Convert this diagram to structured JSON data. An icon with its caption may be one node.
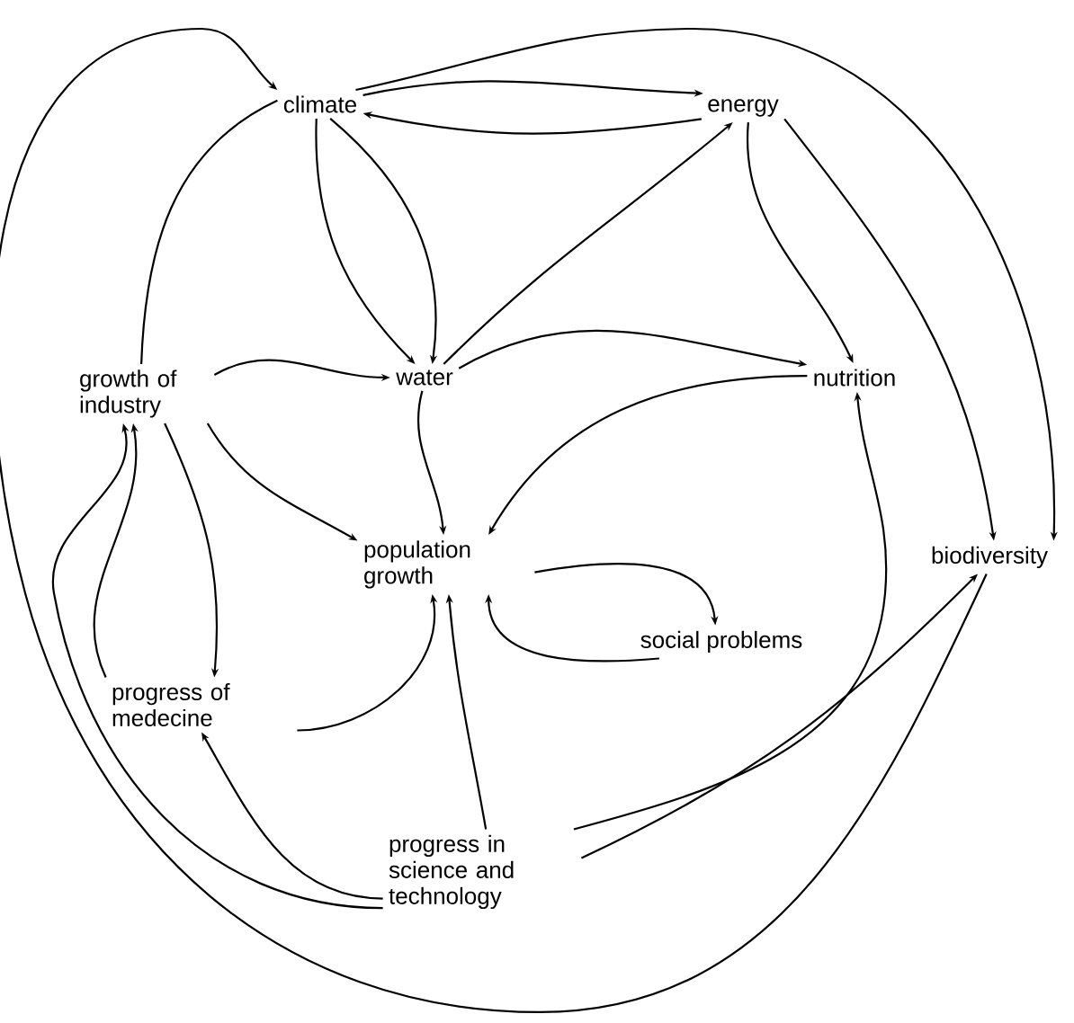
{
  "diagram": {
    "nodes": [
      {
        "text": [
          "climate"
        ]
      },
      {
        "text": [
          "energy"
        ]
      },
      {
        "text": [
          "growth of industry"
        ]
      },
      {
        "text": [
          "water"
        ]
      },
      {
        "text": [
          "nutrition"
        ]
      },
      {
        "text": [
          "population growth"
        ]
      },
      {
        "text": [
          "biodiversity"
        ]
      },
      {
        "text": [
          "social problems"
        ]
      },
      {
        "text": [
          "progress of medecine"
        ]
      },
      {
        "text": [
          "progress in science and technology"
        ]
      }
    ],
    "edges": [
      {
        "from": 0,
        "to": 1,
        "arrow": "to"
      },
      {
        "from": 1,
        "to": 0,
        "arrow": "to"
      },
      {
        "from": 0,
        "to": 6,
        "arrow": "to"
      },
      {
        "from": 1,
        "to": 6,
        "arrow": "to"
      },
      {
        "from": 1,
        "to": 4,
        "arrow": "to"
      },
      {
        "from": 2,
        "to": 0,
        "arrow": "none"
      },
      {
        "from": 6,
        "to": 0,
        "arrow": "to"
      },
      {
        "from": 0,
        "to": 3,
        "arrow": "to"
      },
      {
        "from": 0,
        "to": 3,
        "arrow": "to"
      },
      {
        "from": 2,
        "to": 3,
        "arrow": "to"
      },
      {
        "from": 2,
        "to": 5,
        "arrow": "to"
      },
      {
        "from": 2,
        "to": 8,
        "arrow": "to"
      },
      {
        "from": 8,
        "to": 2,
        "arrow": "to"
      },
      {
        "from": 9,
        "to": 2,
        "arrow": "to"
      },
      {
        "from": 3,
        "to": 5,
        "arrow": "to"
      },
      {
        "from": 3,
        "to": 1,
        "arrow": "to"
      },
      {
        "from": 3,
        "to": 4,
        "arrow": "to"
      },
      {
        "from": 4,
        "to": 5,
        "arrow": "to"
      },
      {
        "from": 5,
        "to": 7,
        "arrow": "to"
      },
      {
        "from": 7,
        "to": 5,
        "arrow": "to"
      },
      {
        "from": 8,
        "to": 5,
        "arrow": "to"
      },
      {
        "from": 9,
        "to": 5,
        "arrow": "to"
      },
      {
        "from": 9,
        "to": 8,
        "arrow": "to"
      },
      {
        "from": 9,
        "to": 4,
        "arrow": "to"
      },
      {
        "from": 9,
        "to": 6,
        "arrow": "to"
      }
    ]
  }
}
